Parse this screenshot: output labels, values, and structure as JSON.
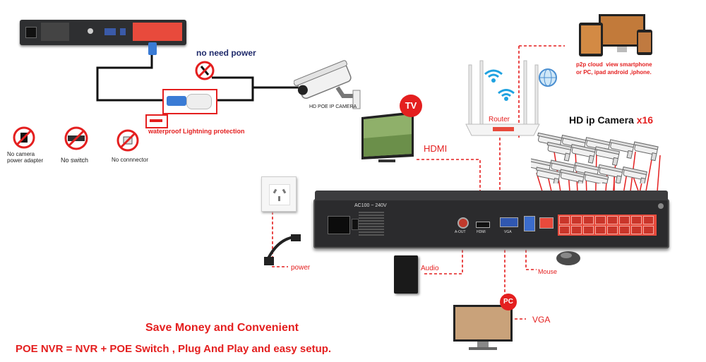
{
  "labels": {
    "no_need_power": "no need power",
    "camera_top": "HD POE IP CAMERA",
    "waterproof": "waterproof Lightning protection",
    "no_adapter": "No camera\npower adapter",
    "no_switch": "No switch",
    "no_connector": "No connnector",
    "tv_badge": "TV",
    "hdmi": "HDMI",
    "router": "Router",
    "p2p": "p2p cloud  view smartphone\nor PC, ipad android ,iphone.",
    "hd_camera": "HD ip Camera",
    "x16": "x16",
    "nvr_ac": "AC100 ~ 240V",
    "power": "power",
    "audio": "Audio",
    "mouse": "Mouse",
    "pc_badge": "PC",
    "vga": "VGA",
    "port_hdmi": "HDMI",
    "port_vga": "VGA",
    "port_audio": "A-OUT"
  },
  "bottom": {
    "headline": "Save Money and Convenient",
    "tagline": "POE NVR = NVR + POE Switch , Plug And Play and easy setup."
  },
  "colors": {
    "accent_red": "#e41f1f",
    "wire_black": "#111111",
    "dash_red": "#e41f1f",
    "nvr_body": "#2b2b2d",
    "poe_port": "#e84a3c",
    "navy": "#1f2a6b"
  },
  "icons": [
    "power-plug-icon",
    "wifi-icon",
    "globe-icon",
    "prohibited-icon",
    "mouse-icon"
  ]
}
